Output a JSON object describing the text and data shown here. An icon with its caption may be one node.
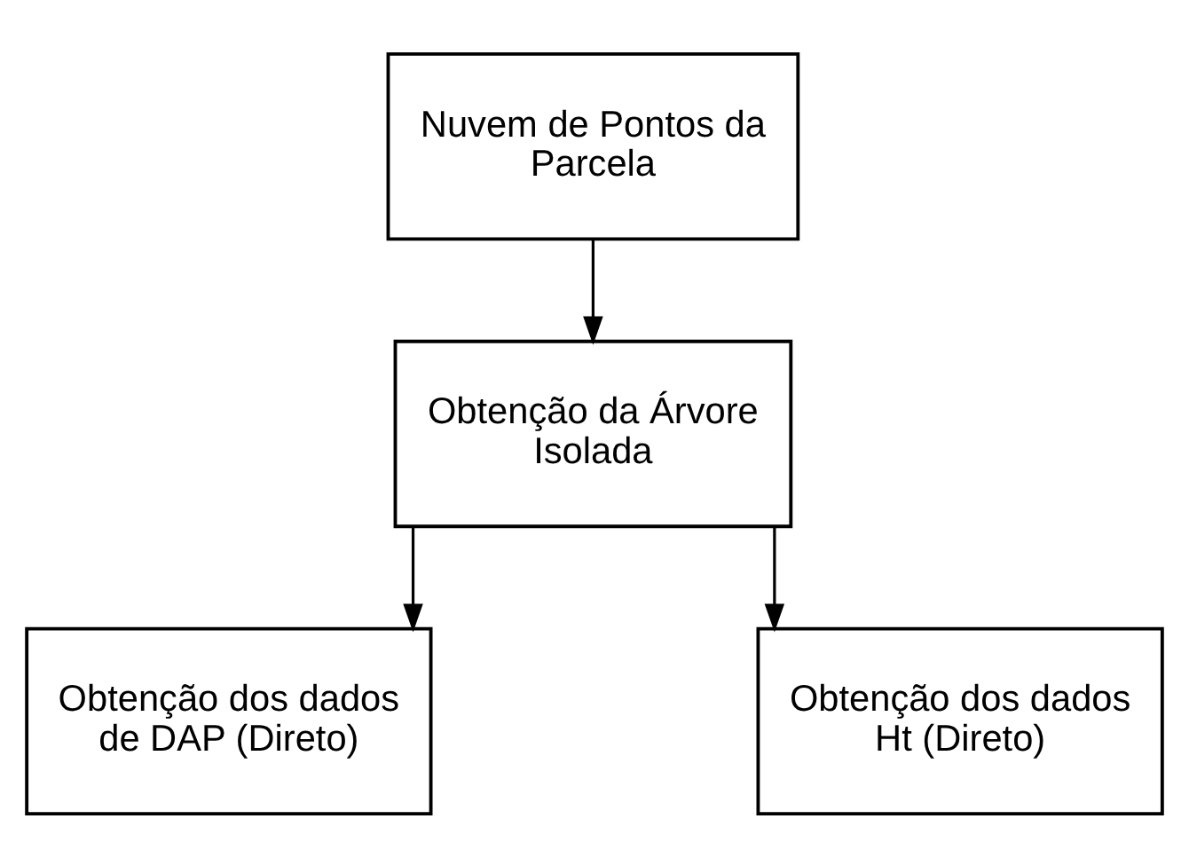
{
  "diagram": {
    "nodes": [
      {
        "text": [
          "Nuvem de Pontos da Parcela"
        ]
      },
      {
        "text": [
          "Obtenção da Árvore Isolada"
        ]
      },
      {
        "text": [
          "Obtenção dos dados de DAP (Direto)"
        ]
      },
      {
        "text": [
          "Obtenção dos dados Ht (Direto)"
        ]
      }
    ],
    "edges": [
      {
        "from": 0,
        "to": 1,
        "arrow": "to"
      },
      {
        "from": 1,
        "to": 2,
        "arrow": "to"
      },
      {
        "from": 1,
        "to": 3,
        "arrow": "to"
      }
    ]
  }
}
